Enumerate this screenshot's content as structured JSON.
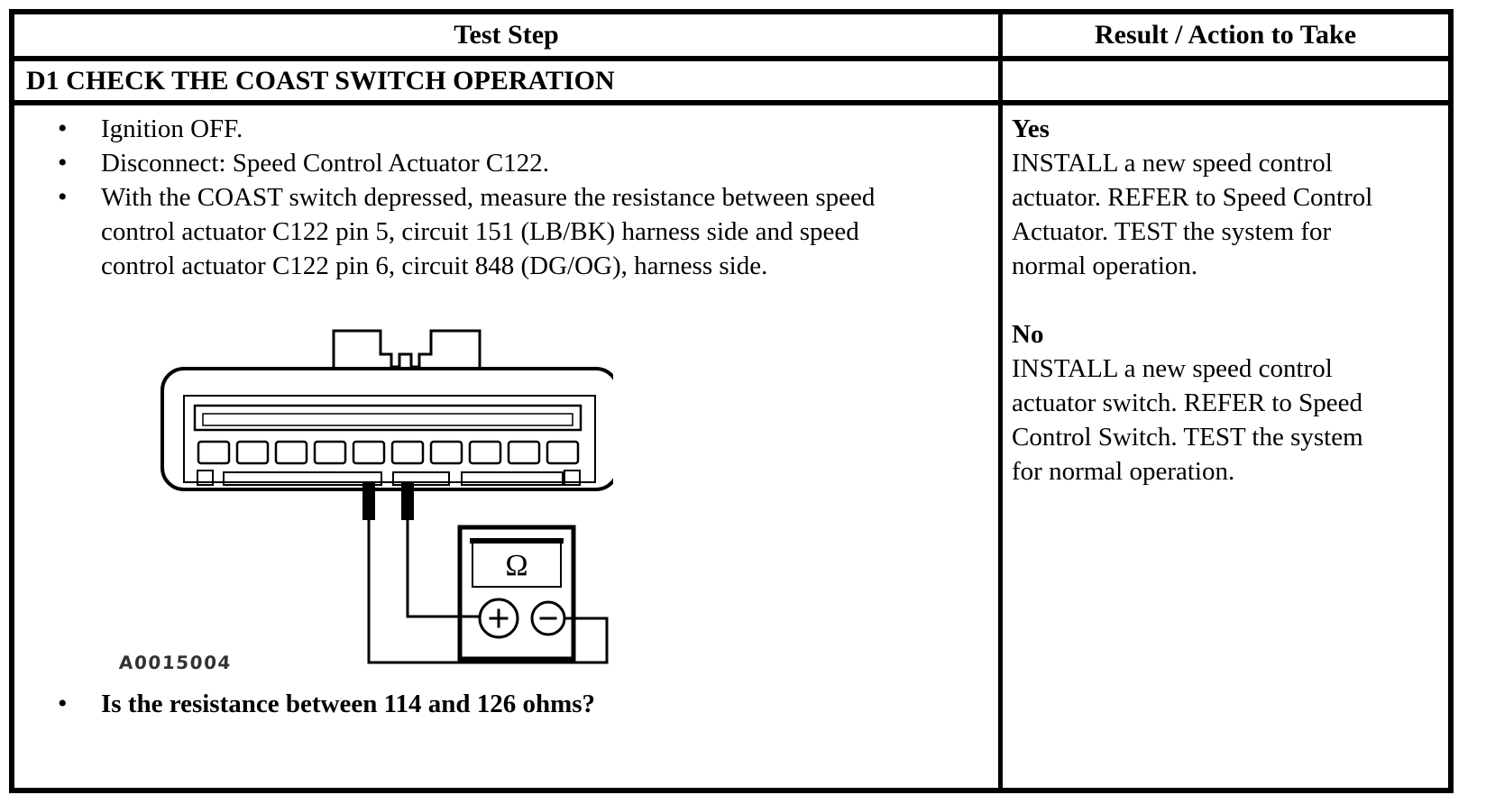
{
  "glyphs": {
    "bullet": "•"
  },
  "header": {
    "left": "Test Step",
    "right": "Result / Action to Take"
  },
  "step_row": {
    "title": "D1 CHECK THE COAST SWITCH OPERATION"
  },
  "test_step": {
    "bullets": [
      "Ignition OFF.",
      "Disconnect: Speed Control Actuator C122.",
      "With the COAST switch depressed, measure the resistance between speed\ncontrol actuator C122 pin 5, circuit 151 (LB/BK) harness side and speed\ncontrol actuator C122 pin 6, circuit 848 (DG/OG), harness side."
    ],
    "question": "Is the resistance between 114 and 126 ohms?"
  },
  "figure": {
    "label": "A0015004",
    "meter_symbol": "Ω"
  },
  "result": {
    "yes_label": "Yes",
    "yes_body": "INSTALL a new speed control\nactuator. REFER to Speed Control\nActuator. TEST the system for\nnormal operation.",
    "no_label": "No",
    "no_body": "INSTALL a new speed control\nactuator switch. REFER to Speed\nControl Switch. TEST the system\nfor normal operation."
  }
}
